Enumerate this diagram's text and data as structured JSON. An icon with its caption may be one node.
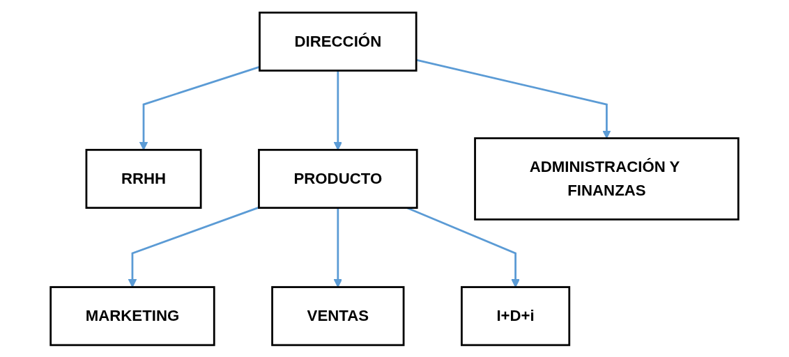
{
  "diagram": {
    "nodes": [
      {
        "text": [
          "DIRECCIÓN"
        ]
      },
      {
        "text": [
          "RRHH"
        ]
      },
      {
        "text": [
          "PRODUCTO"
        ]
      },
      {
        "text": [
          "ADMINISTRACIÓN Y FINANZAS"
        ]
      },
      {
        "text": [
          "MARKETING"
        ]
      },
      {
        "text": [
          "VENTAS"
        ]
      },
      {
        "text": [
          "I+D+i"
        ]
      }
    ],
    "edges": [
      {
        "from": 0,
        "to": 1,
        "arrow": "to"
      },
      {
        "from": 0,
        "to": 2,
        "arrow": "to"
      },
      {
        "from": 0,
        "to": 3,
        "arrow": "to"
      },
      {
        "from": 2,
        "to": 4,
        "arrow": "to"
      },
      {
        "from": 2,
        "to": 5,
        "arrow": "to"
      },
      {
        "from": 2,
        "to": 6,
        "arrow": "to"
      }
    ]
  }
}
